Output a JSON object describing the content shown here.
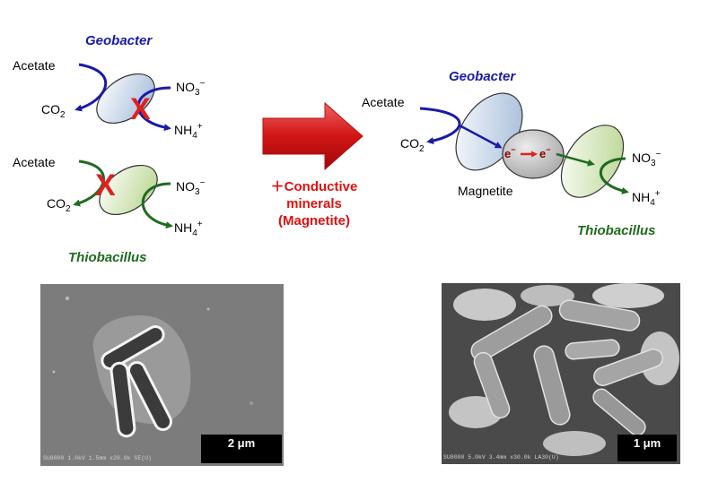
{
  "left_panel": {
    "geobacter": {
      "name": "Geobacter",
      "acetate": "Acetate",
      "co2": "CO",
      "co2_sub": "2",
      "no3": "NO",
      "no3_sub": "3",
      "no3_sup": "−",
      "nh4": "NH",
      "nh4_sub": "4",
      "nh4_sup": "+",
      "blocked_mark": "X"
    },
    "thiobacillus": {
      "name": "Thiobacillus",
      "acetate": "Acetate",
      "co2": "CO",
      "co2_sub": "2",
      "no3": "NO",
      "no3_sub": "3",
      "no3_sup": "−",
      "nh4": "NH",
      "nh4_sub": "4",
      "nh4_sup": "+",
      "blocked_mark": "X"
    }
  },
  "middle": {
    "line1": "＋Conductive",
    "line2": "minerals",
    "line3": "(Magnetite)"
  },
  "right_panel": {
    "geobacter": "Geobacter",
    "thiobacillus": "Thiobacillus",
    "acetate": "Acetate",
    "co2": "CO",
    "co2_sub": "2",
    "no3": "NO",
    "no3_sub": "3",
    "no3_sup": "−",
    "nh4": "NH",
    "nh4_sub": "4",
    "nh4_sup": "+",
    "magnetite": "Magnetite",
    "electron": "e",
    "electron_sup": "−"
  },
  "micrograph_left": {
    "scale_bar": "2 μm",
    "info": "SU8000 1.0kV 1.5mm x20.0k SE(U)"
  },
  "micrograph_right": {
    "scale_bar": "1 μm",
    "info": "SU8000 5.0kV 3.4mm x30.0k LA30(U)"
  },
  "colors": {
    "geobacter_text": "#1a1aa8",
    "thiobacillus_text": "#1f6b1f",
    "x_mark": "#e02020",
    "middle_text": "#e01010"
  }
}
